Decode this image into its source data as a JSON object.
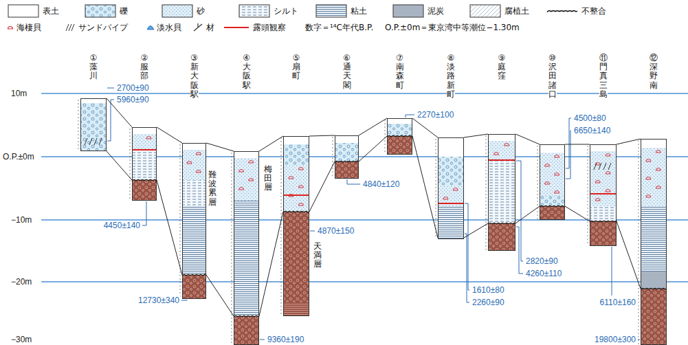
{
  "diagram": {
    "nodes": [
      {
        "text": [
          "①藻川"
        ]
      },
      {
        "text": [
          "②服部"
        ]
      },
      {
        "text": [
          "③新大阪駅"
        ]
      },
      {
        "text": [
          "④大阪駅"
        ]
      },
      {
        "text": [
          "⑤扇町"
        ]
      },
      {
        "text": [
          "⑥通天閣"
        ]
      },
      {
        "text": [
          "⑦南森町"
        ]
      },
      {
        "text": [
          "⑧淡路新町"
        ]
      },
      {
        "text": [
          "⑨庭窪"
        ]
      },
      {
        "text": [
          "⑩沢田諸口"
        ]
      },
      {
        "text": [
          "⑪門真三島"
        ]
      },
      {
        "text": [
          "⑫深野南"
        ]
      }
    ],
    "edges": [
      {
        "from": 0,
        "to": 1,
        "arrow": "none"
      },
      {
        "from": 1,
        "to": 2,
        "arrow": "none"
      },
      {
        "from": 2,
        "to": 3,
        "arrow": "none"
      },
      {
        "from": 3,
        "to": 4,
        "arrow": "none"
      },
      {
        "from": 4,
        "to": 5,
        "arrow": "none"
      },
      {
        "from": 5,
        "to": 6,
        "arrow": "none"
      },
      {
        "from": 6,
        "to": 7,
        "arrow": "none"
      },
      {
        "from": 7,
        "to": 8,
        "arrow": "none"
      },
      {
        "from": 8,
        "to": 9,
        "arrow": "none"
      },
      {
        "from": 9,
        "to": 10,
        "arrow": "none"
      },
      {
        "from": 10,
        "to": 11,
        "arrow": "none"
      },
      {
        "from": 0,
        "to": 1,
        "arrow": "none"
      },
      {
        "from": 1,
        "to": 2,
        "arrow": "none"
      },
      {
        "from": 2,
        "to": 3,
        "arrow": "none"
      },
      {
        "from": 3,
        "to": 4,
        "arrow": "none"
      },
      {
        "from": 4,
        "to": 5,
        "arrow": "none"
      },
      {
        "from": 5,
        "to": 6,
        "arrow": "none"
      },
      {
        "from": 6,
        "to": 7,
        "arrow": "none"
      },
      {
        "from": 7,
        "to": 8,
        "arrow": "none"
      },
      {
        "from": 8,
        "to": 9,
        "arrow": "none"
      },
      {
        "from": 9,
        "to": 10,
        "arrow": "none"
      },
      {
        "from": 10,
        "to": 11,
        "arrow": "none"
      }
    ],
    "labels": [
      "数字＝¹⁴C年代B.P.",
      "O.P.±0m＝東京湾中等潮位−1.30m",
      "10m",
      "O.P.±0m",
      "−10m",
      "−20m",
      "−30m",
      "2700±90",
      "5960±90",
      "4450±140",
      "12730±340",
      "9360±190",
      "4870±150",
      "4840±120",
      "2270±100",
      "4500±80",
      "6650±140",
      "2820±90",
      "4260±110",
      "1610±80",
      "2260±90",
      "6110±160",
      "19800±300",
      "難波累層",
      "梅田層",
      "天満層"
    ],
    "legend": [
      {
        "text": "表土",
        "color": "#ffffff"
      },
      {
        "text": "礫"
      },
      {
        "text": "砂"
      },
      {
        "text": "シルト"
      },
      {
        "text": "粘土"
      },
      {
        "text": "泥炭",
        "color": "#a9b4c2"
      },
      {
        "text": "腐植土"
      },
      {
        "text": "不整合"
      },
      {
        "text": "海棲貝"
      },
      {
        "text": "サンドパイプ"
      },
      {
        "text": "淡水貝"
      },
      {
        "text": "材"
      },
      {
        "text": "露頭観察"
      }
    ]
  }
}
